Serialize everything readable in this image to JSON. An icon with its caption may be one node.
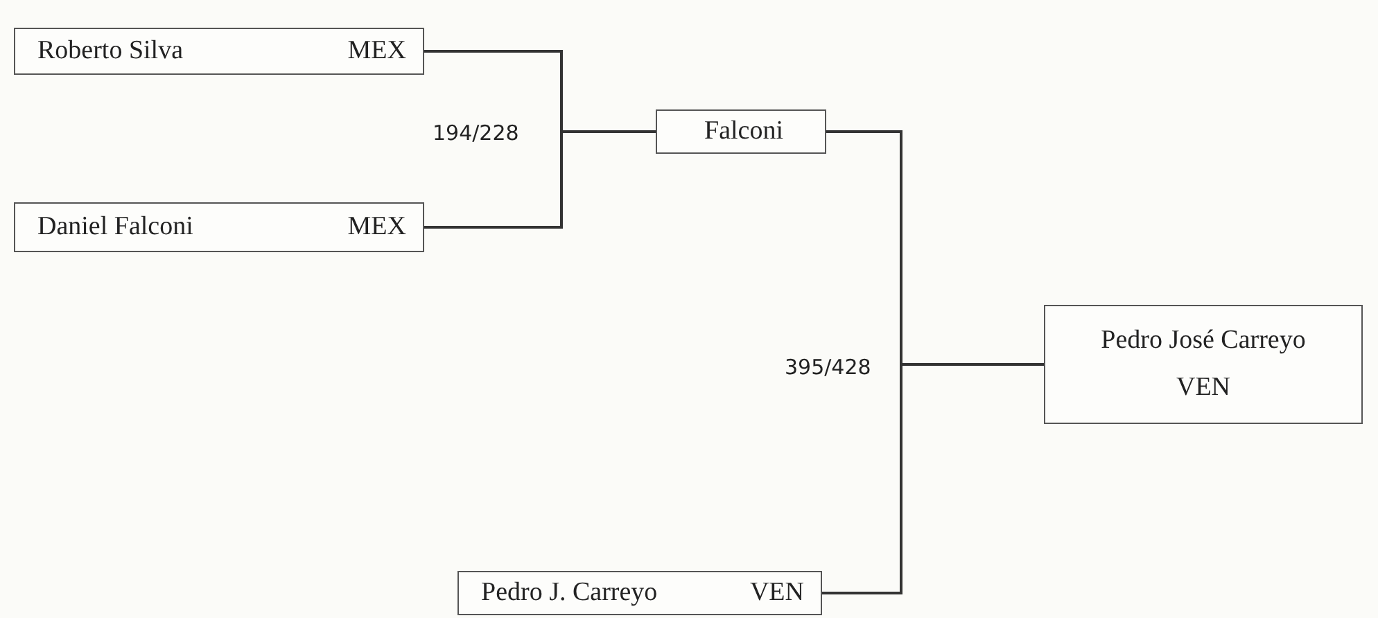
{
  "diagram": {
    "nodes": [
      {
        "text": [
          "Roberto Silva",
          "MEX"
        ]
      },
      {
        "text": [
          "Daniel Falconi",
          "MEX"
        ]
      },
      {
        "text": [
          "Falconi"
        ]
      },
      {
        "text": [
          "Pedro José Carreyo",
          "VEN"
        ]
      },
      {
        "text": [
          "Pedro J. Carreyo",
          "VEN"
        ]
      }
    ],
    "edges": [
      {
        "from": 0,
        "to": 2,
        "arrow": "none"
      },
      {
        "from": 1,
        "to": 2,
        "arrow": "none"
      },
      {
        "from": 2,
        "to": 3,
        "arrow": "none"
      },
      {
        "from": 4,
        "to": 3,
        "arrow": "none"
      }
    ],
    "labels": [
      "194/228",
      "395/428"
    ]
  }
}
